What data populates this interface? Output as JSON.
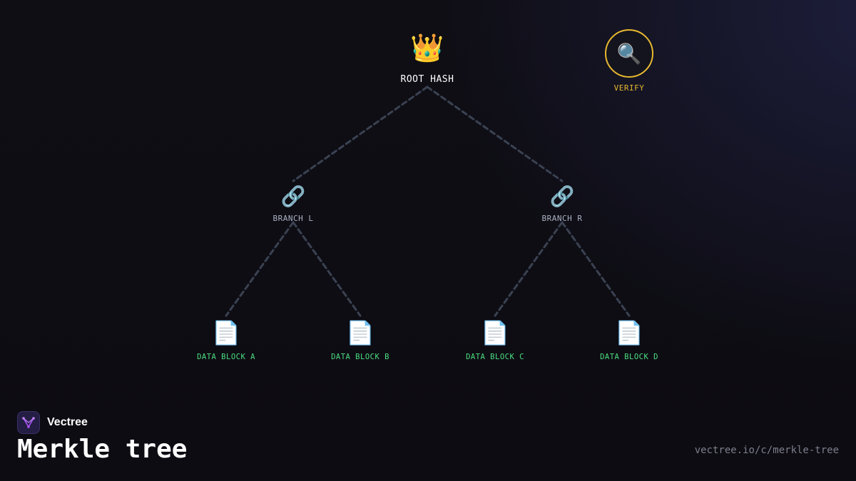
{
  "diagram": {
    "root": {
      "label": "ROOT HASH",
      "icon": "crown-icon",
      "glyph": "👑"
    },
    "verify": {
      "label": "VERIFY",
      "icon": "magnifier-icon",
      "glyph": "🔍",
      "color": "#e7b82f"
    },
    "branches": [
      {
        "label": "BRANCH L",
        "icon": "link-icon",
        "glyph": "🔗"
      },
      {
        "label": "BRANCH R",
        "icon": "link-icon",
        "glyph": "🔗"
      }
    ],
    "leaves": [
      {
        "label": "DATA BLOCK A",
        "icon": "document-icon",
        "glyph": "📄"
      },
      {
        "label": "DATA BLOCK B",
        "icon": "document-icon",
        "glyph": "📄"
      },
      {
        "label": "DATA BLOCK C",
        "icon": "document-icon",
        "glyph": "📄"
      },
      {
        "label": "DATA BLOCK D",
        "icon": "document-icon",
        "glyph": "📄"
      }
    ],
    "colors": {
      "edge": "#3a4252",
      "leaf_label": "#4ade80",
      "branch_label": "#a9b1c2"
    }
  },
  "footer": {
    "brand": "Vectree",
    "brand_icon": "vectree-logo-icon",
    "title": "Merkle tree",
    "url": "vectree.io/c/merkle-tree"
  }
}
